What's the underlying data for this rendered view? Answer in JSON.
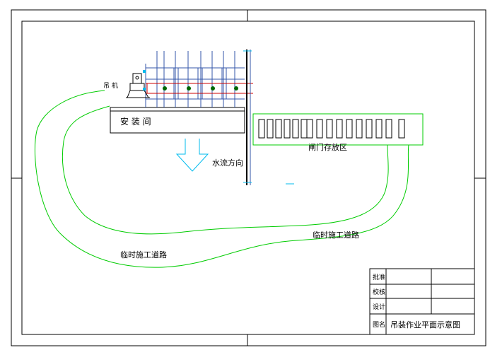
{
  "labels": {
    "install_bay": "安 装 间",
    "flow_direction": "水流方向",
    "storage_area": "闸门存放区",
    "temp_road_lower": "临时施工道路",
    "temp_road_right": "临时施工道路",
    "crane_label": "吊 机"
  },
  "title_block": {
    "row_labels": [
      "批准",
      "校核",
      "设计"
    ],
    "drawing_label": "图名",
    "drawing_title": "吊装作业平面示意图"
  },
  "colors": {
    "frame": "#000000",
    "road": "#00cc00",
    "storage_outline": "#00cc00",
    "axis_red": "#cc0000",
    "structure_blue": "#3355aa",
    "arrow_cyan": "#00bbee"
  }
}
